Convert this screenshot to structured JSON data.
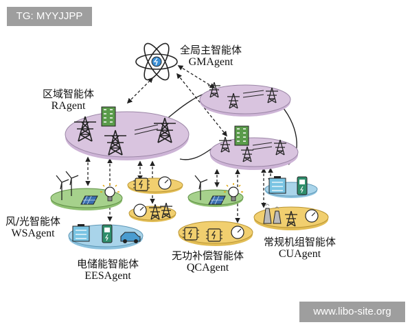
{
  "watermarks": {
    "top_left": "TG: MYYJJPP",
    "bottom_right": "www.libo-site.org"
  },
  "agents": {
    "gm": {
      "cn": "全局主智能体",
      "en": "GMAgent"
    },
    "ra": {
      "cn": "区域智能体",
      "en": "RAgent"
    },
    "ws": {
      "cn": "风/光智能体",
      "en": "WSAgent"
    },
    "ees": {
      "cn": "电储能智能体",
      "en": "EESAgent"
    },
    "qc": {
      "cn": "无功补偿智能体",
      "en": "QCAgent"
    },
    "cu": {
      "cn": "常规机组智能体",
      "en": "CUAgent"
    }
  },
  "colors": {
    "region_disc": "#d9c4df",
    "green_disc": "#a6d18c",
    "orange_disc": "#f1cf6f",
    "blue_disc": "#a9d4ea",
    "tower": "#222222",
    "building": "#5a9b4a"
  }
}
